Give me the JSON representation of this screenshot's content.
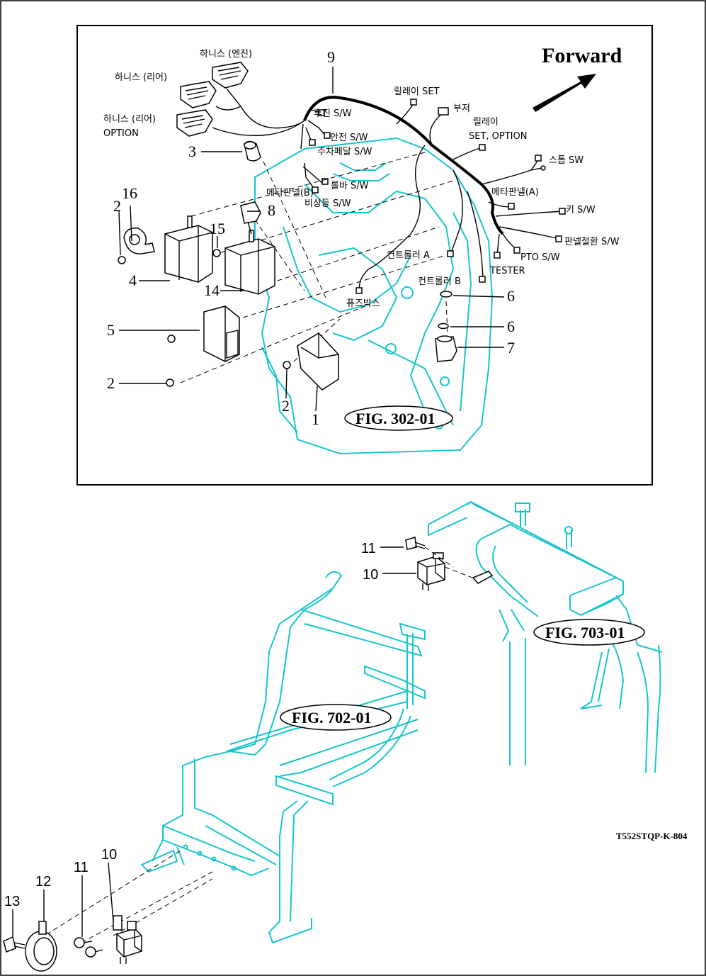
{
  "forward_label": "Forward",
  "figure_refs": [
    "FIG. 302-01",
    "FIG. 703-01",
    "FIG. 702-01"
  ],
  "drawing_code": "T552STQP-K-804",
  "callouts_top": [
    "1",
    "2",
    "2",
    "2",
    "3",
    "4",
    "5",
    "6",
    "6",
    "7",
    "8",
    "9",
    "14",
    "15",
    "16"
  ],
  "callouts_bottom": [
    "10",
    "10",
    "11",
    "11",
    "12",
    "13"
  ],
  "harness_labels": {
    "harness_engine": "하니스 (엔진)",
    "harness_rear": "하니스 (리어)",
    "harness_rear_option_1": "하니스 (리어)",
    "harness_rear_option_2": "OPTION",
    "reverse_sw": "후진 S/W",
    "safety_sw": "안전 S/W",
    "parking_pedal_sw": "주차페달 S/W",
    "meter_panel_b": "메타판넬(B)",
    "roll_bar_sw": "롤바 S/W",
    "hazard_sw": "비상등 S/W",
    "relay_set": "릴레이 SET",
    "buzzer": "부저",
    "relay_set_option_1": "릴레이",
    "relay_set_option_2": "SET, OPTION",
    "stop_sw": "스톱 SW",
    "meter_panel_a": "메타판넬(A)",
    "key_sw": "키 S/W",
    "panel_switch_sw": "판넬절환 S/W",
    "pto_sw": "PTO S/W",
    "tester": "TESTER",
    "controller_a": "컨트롤러 A",
    "controller_b": "컨트롤러 B",
    "fuse_box": "퓨즈박스"
  }
}
